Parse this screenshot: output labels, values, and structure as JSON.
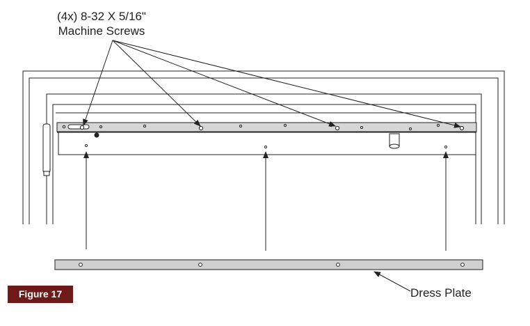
{
  "callouts": {
    "screws_line1": "(4x) 8-32 X 5/16\"",
    "screws_line2": "Machine Screws",
    "dress_plate": "Dress Plate"
  },
  "figure_badge": {
    "label": "Figure 17"
  },
  "colors": {
    "line": "#222222",
    "rail_fill": "#d6d6d6",
    "plate_fill": "#cfcfcf",
    "badge": "#6e1a19"
  }
}
